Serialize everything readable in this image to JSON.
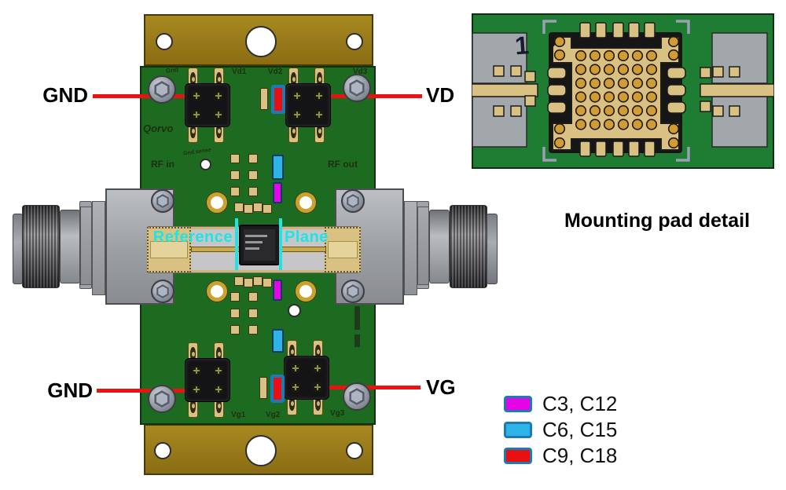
{
  "callouts": {
    "gnd_top": {
      "label": "GND"
    },
    "vd": {
      "label": "VD"
    },
    "gnd_bottom": {
      "label": "GND"
    },
    "vg": {
      "label": "VG"
    }
  },
  "board_silk": {
    "brand": "Qorvo",
    "rf_in": "RF in",
    "rf_out": "RF out",
    "gnd": "Gnd",
    "gnd_sense": "Gnd sense",
    "vd1": "Vd1",
    "vd2": "Vd2",
    "vd3": "Vd3",
    "vg1": "Vg1",
    "vg2": "Vg2",
    "vg3": "Vg3",
    "reference": "Reference",
    "plane": "Plane"
  },
  "detail": {
    "title": "Mounting pad detail",
    "pin1_label": "1"
  },
  "legend": {
    "items": [
      {
        "label": "C3, C12",
        "color_key": "cap_magenta"
      },
      {
        "label": "C6, C15",
        "color_key": "cap_cyan"
      },
      {
        "label": "C9, C18",
        "color_key": "cap_red"
      }
    ]
  },
  "colors": {
    "callout_red": "#ee1111",
    "reference_cyan": "#1fe4e4",
    "pcb_green": "#1d6b20",
    "flange_gold": "#9a7c1b",
    "pad_tan": "#d9c183",
    "detail_green": "#1f7c33",
    "swatch_border": "#1d7ab6",
    "cap_magenta": "#e504e5",
    "cap_cyan": "#2fb4e8",
    "cap_red": "#e81010"
  }
}
